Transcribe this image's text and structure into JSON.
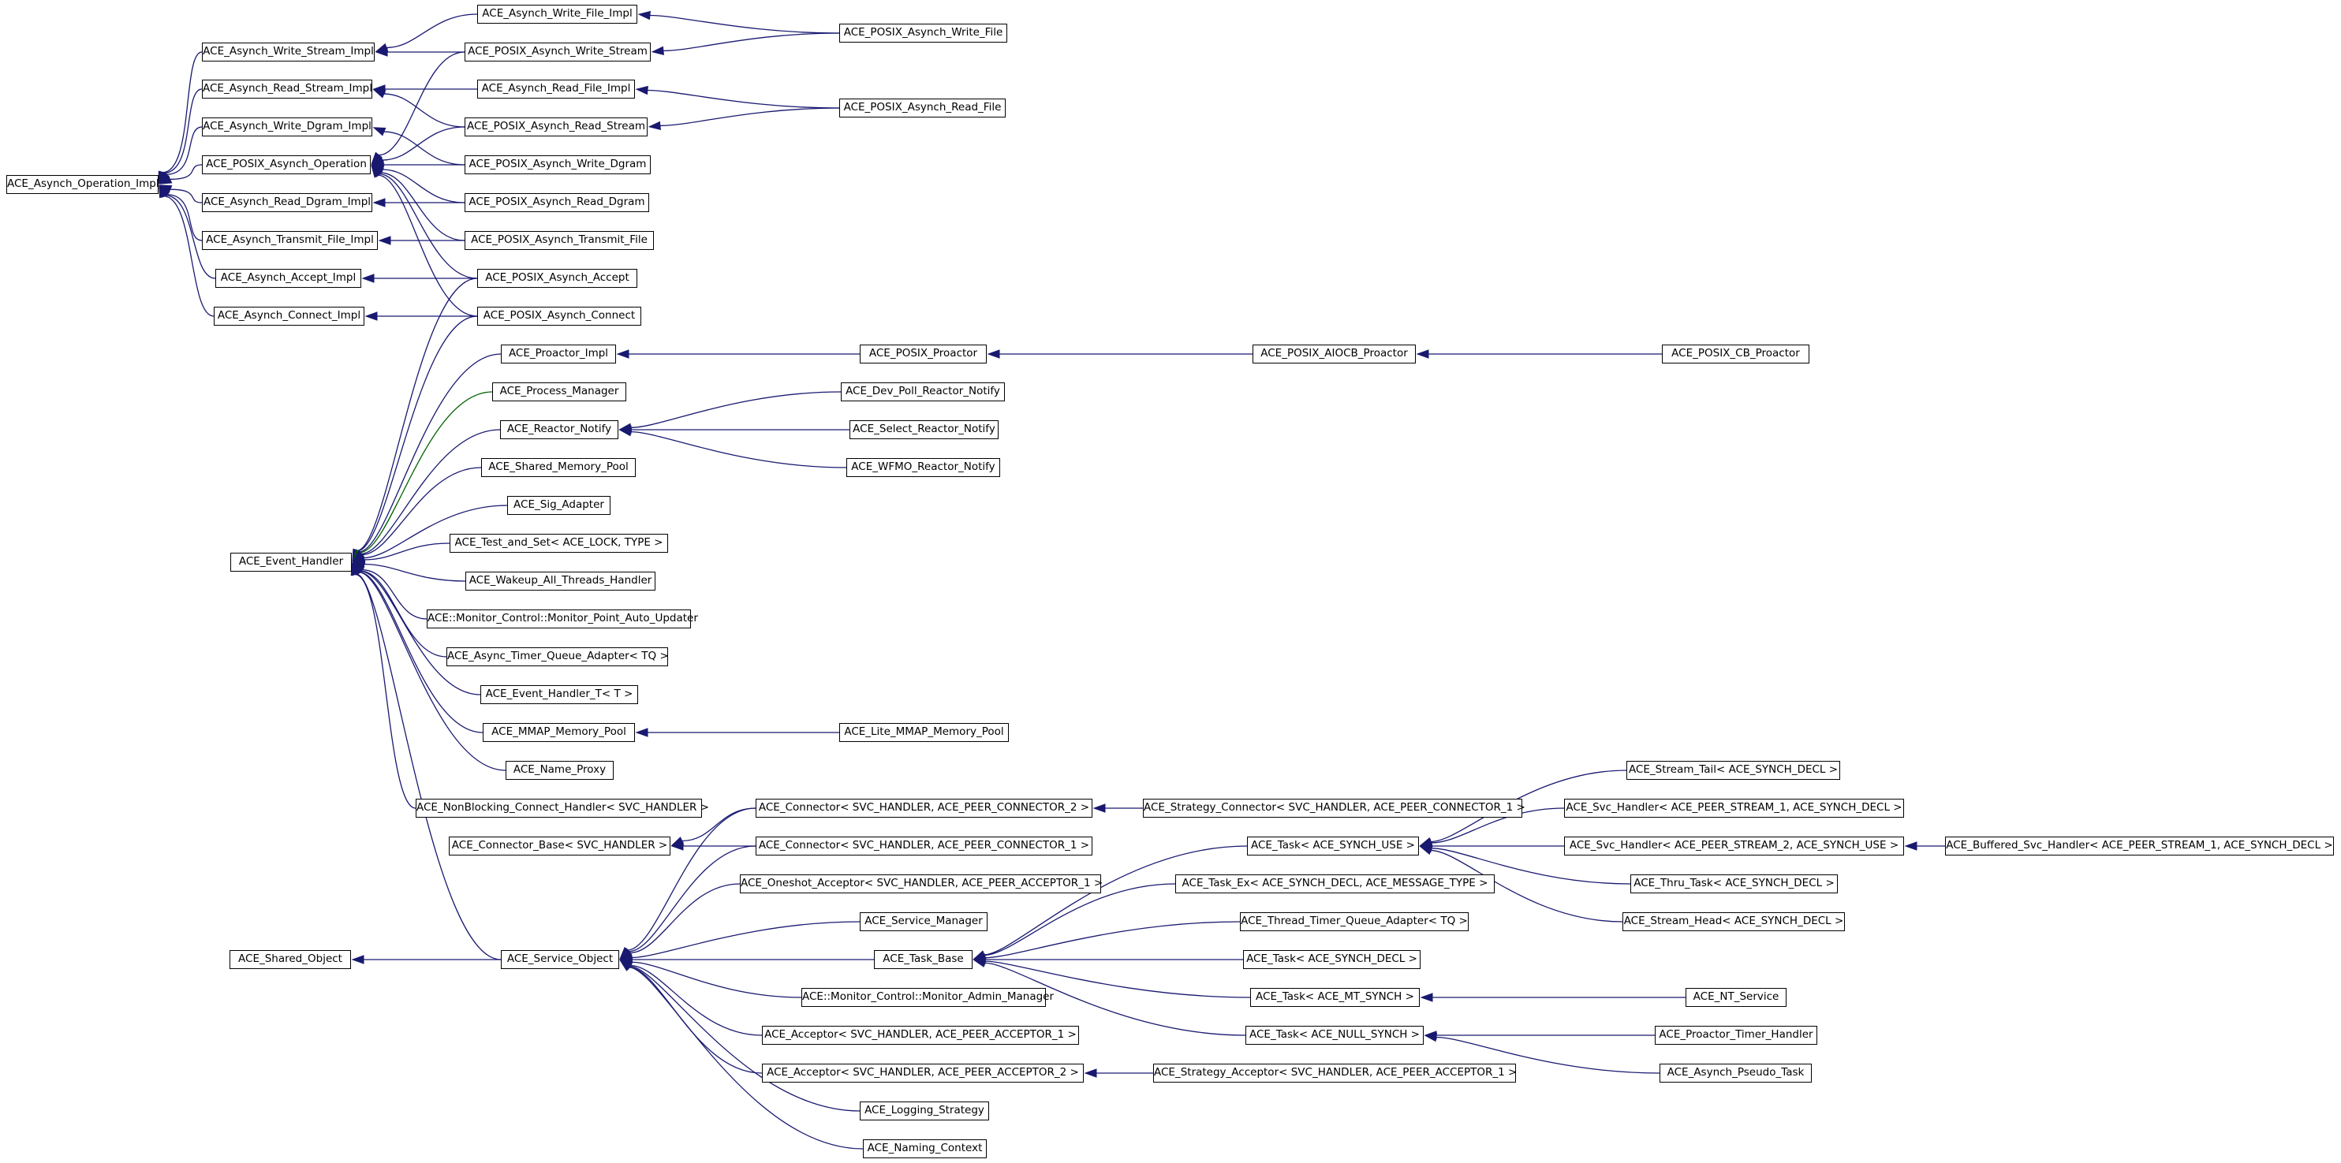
{
  "diagram": {
    "colors": {
      "edge": "#191970",
      "private_edge": "#006400",
      "node_border": "#000000",
      "node_fill": "#ffffff"
    },
    "nodes": [
      {
        "id": "AsynchOpImpl",
        "label": "ACE_Asynch_Operation_Impl"
      },
      {
        "id": "AsynchWriteStreamImpl",
        "label": "ACE_Asynch_Write_Stream_Impl"
      },
      {
        "id": "AsynchReadStreamImpl",
        "label": "ACE_Asynch_Read_Stream_Impl"
      },
      {
        "id": "AsynchWriteDgramImpl",
        "label": "ACE_Asynch_Write_Dgram_Impl"
      },
      {
        "id": "PosixAsynchOp",
        "label": "ACE_POSIX_Asynch_Operation"
      },
      {
        "id": "AsynchReadDgramImpl",
        "label": "ACE_Asynch_Read_Dgram_Impl"
      },
      {
        "id": "AsynchTransmitFileImpl",
        "label": "ACE_Asynch_Transmit_File_Impl"
      },
      {
        "id": "AsynchAcceptImpl",
        "label": "ACE_Asynch_Accept_Impl"
      },
      {
        "id": "AsynchConnectImpl",
        "label": "ACE_Asynch_Connect_Impl"
      },
      {
        "id": "AsynchWriteFileImpl",
        "label": "ACE_Asynch_Write_File_Impl"
      },
      {
        "id": "PosixAsynchWriteStream",
        "label": "ACE_POSIX_Asynch_Write_Stream"
      },
      {
        "id": "AsynchReadFileImpl",
        "label": "ACE_Asynch_Read_File_Impl"
      },
      {
        "id": "PosixAsynchReadStream",
        "label": "ACE_POSIX_Asynch_Read_Stream"
      },
      {
        "id": "PosixAsynchWriteDgram",
        "label": "ACE_POSIX_Asynch_Write_Dgram"
      },
      {
        "id": "PosixAsynchReadDgram",
        "label": "ACE_POSIX_Asynch_Read_Dgram"
      },
      {
        "id": "PosixAsynchTransmitFile",
        "label": "ACE_POSIX_Asynch_Transmit_File"
      },
      {
        "id": "PosixAsynchAccept",
        "label": "ACE_POSIX_Asynch_Accept"
      },
      {
        "id": "PosixAsynchConnect",
        "label": "ACE_POSIX_Asynch_Connect"
      },
      {
        "id": "PosixAsynchWriteFile",
        "label": "ACE_POSIX_Asynch_Write_File"
      },
      {
        "id": "PosixAsynchReadFile",
        "label": "ACE_POSIX_Asynch_Read_File"
      },
      {
        "id": "EventHandler",
        "label": "ACE_Event_Handler"
      },
      {
        "id": "ProactorImpl",
        "label": "ACE_Proactor_Impl"
      },
      {
        "id": "PosixProactor",
        "label": "ACE_POSIX_Proactor"
      },
      {
        "id": "PosixAiocbProactor",
        "label": "ACE_POSIX_AIOCB_Proactor"
      },
      {
        "id": "PosixCbProactor",
        "label": "ACE_POSIX_CB_Proactor"
      },
      {
        "id": "ProcessManager",
        "label": "ACE_Process_Manager"
      },
      {
        "id": "ReactorNotify",
        "label": "ACE_Reactor_Notify"
      },
      {
        "id": "DevPollReactorNotify",
        "label": "ACE_Dev_Poll_Reactor_Notify"
      },
      {
        "id": "SelectReactorNotify",
        "label": "ACE_Select_Reactor_Notify"
      },
      {
        "id": "WfmoReactorNotify",
        "label": "ACE_WFMO_Reactor_Notify"
      },
      {
        "id": "SharedMemoryPool",
        "label": "ACE_Shared_Memory_Pool"
      },
      {
        "id": "SigAdapter",
        "label": "ACE_Sig_Adapter"
      },
      {
        "id": "TestAndSet",
        "label": "ACE_Test_and_Set< ACE_LOCK, TYPE >"
      },
      {
        "id": "WakeupAllThreads",
        "label": "ACE_Wakeup_All_Threads_Handler"
      },
      {
        "id": "MonitorPointAutoUpdater",
        "label": "ACE::Monitor_Control::Monitor_Point_Auto_Updater"
      },
      {
        "id": "AsyncTimerQueueAdapter",
        "label": "ACE_Async_Timer_Queue_Adapter< TQ >"
      },
      {
        "id": "EventHandlerT",
        "label": "ACE_Event_Handler_T< T >"
      },
      {
        "id": "MmapMemoryPool",
        "label": "ACE_MMAP_Memory_Pool"
      },
      {
        "id": "LiteMmapMemoryPool",
        "label": "ACE_Lite_MMAP_Memory_Pool"
      },
      {
        "id": "NameProxy",
        "label": "ACE_Name_Proxy"
      },
      {
        "id": "NonBlockingConnectHandler",
        "label": "ACE_NonBlocking_Connect_Handler< SVC_HANDLER >"
      },
      {
        "id": "ConnectorBase",
        "label": "ACE_Connector_Base< SVC_HANDLER >"
      },
      {
        "id": "Connector2",
        "label": "ACE_Connector< SVC_HANDLER, ACE_PEER_CONNECTOR_2 >"
      },
      {
        "id": "Connector1",
        "label": "ACE_Connector< SVC_HANDLER, ACE_PEER_CONNECTOR_1 >"
      },
      {
        "id": "StrategyConnector",
        "label": "ACE_Strategy_Connector< SVC_HANDLER, ACE_PEER_CONNECTOR_1 >"
      },
      {
        "id": "OneshotAcceptor",
        "label": "ACE_Oneshot_Acceptor< SVC_HANDLER, ACE_PEER_ACCEPTOR_1 >"
      },
      {
        "id": "SharedObject",
        "label": "ACE_Shared_Object"
      },
      {
        "id": "ServiceObject",
        "label": "ACE_Service_Object"
      },
      {
        "id": "ServiceManager",
        "label": "ACE_Service_Manager"
      },
      {
        "id": "TaskBase",
        "label": "ACE_Task_Base"
      },
      {
        "id": "MonitorAdminManager",
        "label": "ACE::Monitor_Control::Monitor_Admin_Manager"
      },
      {
        "id": "Acceptor1",
        "label": "ACE_Acceptor< SVC_HANDLER, ACE_PEER_ACCEPTOR_1 >"
      },
      {
        "id": "Acceptor2",
        "label": "ACE_Acceptor< SVC_HANDLER, ACE_PEER_ACCEPTOR_2 >"
      },
      {
        "id": "StrategyAcceptor",
        "label": "ACE_Strategy_Acceptor< SVC_HANDLER, ACE_PEER_ACCEPTOR_1 >"
      },
      {
        "id": "LoggingStrategy",
        "label": "ACE_Logging_Strategy"
      },
      {
        "id": "NamingContext",
        "label": "ACE_Naming_Context"
      },
      {
        "id": "TaskSynchUse",
        "label": "ACE_Task< ACE_SYNCH_USE >"
      },
      {
        "id": "TaskEx",
        "label": "ACE_Task_Ex< ACE_SYNCH_DECL, ACE_MESSAGE_TYPE >"
      },
      {
        "id": "ThreadTimerQueueAdapter",
        "label": "ACE_Thread_Timer_Queue_Adapter< TQ >"
      },
      {
        "id": "TaskSynchDecl",
        "label": "ACE_Task< ACE_SYNCH_DECL >"
      },
      {
        "id": "TaskMtSynch",
        "label": "ACE_Task< ACE_MT_SYNCH >"
      },
      {
        "id": "TaskNullSynch",
        "label": "ACE_Task< ACE_NULL_SYNCH >"
      },
      {
        "id": "NtService",
        "label": "ACE_NT_Service"
      },
      {
        "id": "ProactorTimerHandler",
        "label": "ACE_Proactor_Timer_Handler"
      },
      {
        "id": "AsynchPseudoTask",
        "label": "ACE_Asynch_Pseudo_Task"
      },
      {
        "id": "StreamTail",
        "label": "ACE_Stream_Tail< ACE_SYNCH_DECL >"
      },
      {
        "id": "SvcHandler1",
        "label": "ACE_Svc_Handler< ACE_PEER_STREAM_1, ACE_SYNCH_DECL >"
      },
      {
        "id": "SvcHandler2",
        "label": "ACE_Svc_Handler< ACE_PEER_STREAM_2, ACE_SYNCH_USE >"
      },
      {
        "id": "BufferedSvcHandler",
        "label": "ACE_Buffered_Svc_Handler< ACE_PEER_STREAM_1, ACE_SYNCH_DECL >"
      },
      {
        "id": "ThruTask",
        "label": "ACE_Thru_Task< ACE_SYNCH_DECL >"
      },
      {
        "id": "StreamHead",
        "label": "ACE_Stream_Head< ACE_SYNCH_DECL >"
      }
    ],
    "edges": [
      {
        "from": "AsynchWriteStreamImpl",
        "to": "AsynchOpImpl"
      },
      {
        "from": "AsynchReadStreamImpl",
        "to": "AsynchOpImpl"
      },
      {
        "from": "AsynchWriteDgramImpl",
        "to": "AsynchOpImpl"
      },
      {
        "from": "PosixAsynchOp",
        "to": "AsynchOpImpl"
      },
      {
        "from": "AsynchReadDgramImpl",
        "to": "AsynchOpImpl"
      },
      {
        "from": "AsynchTransmitFileImpl",
        "to": "AsynchOpImpl"
      },
      {
        "from": "AsynchAcceptImpl",
        "to": "AsynchOpImpl"
      },
      {
        "from": "AsynchConnectImpl",
        "to": "AsynchOpImpl"
      },
      {
        "from": "AsynchWriteFileImpl",
        "to": "AsynchWriteStreamImpl"
      },
      {
        "from": "PosixAsynchWriteStream",
        "to": "AsynchWriteStreamImpl"
      },
      {
        "from": "AsynchReadFileImpl",
        "to": "AsynchReadStreamImpl"
      },
      {
        "from": "PosixAsynchReadStream",
        "to": "AsynchReadStreamImpl"
      },
      {
        "from": "PosixAsynchWriteDgram",
        "to": "AsynchWriteDgramImpl"
      },
      {
        "from": "PosixAsynchWriteStream",
        "to": "PosixAsynchOp"
      },
      {
        "from": "PosixAsynchReadStream",
        "to": "PosixAsynchOp"
      },
      {
        "from": "PosixAsynchWriteDgram",
        "to": "PosixAsynchOp"
      },
      {
        "from": "PosixAsynchReadDgram",
        "to": "PosixAsynchOp"
      },
      {
        "from": "PosixAsynchTransmitFile",
        "to": "PosixAsynchOp"
      },
      {
        "from": "PosixAsynchAccept",
        "to": "PosixAsynchOp"
      },
      {
        "from": "PosixAsynchConnect",
        "to": "PosixAsynchOp"
      },
      {
        "from": "PosixAsynchReadDgram",
        "to": "AsynchReadDgramImpl"
      },
      {
        "from": "PosixAsynchTransmitFile",
        "to": "AsynchTransmitFileImpl"
      },
      {
        "from": "PosixAsynchAccept",
        "to": "AsynchAcceptImpl"
      },
      {
        "from": "PosixAsynchConnect",
        "to": "AsynchConnectImpl"
      },
      {
        "from": "PosixAsynchWriteFile",
        "to": "AsynchWriteFileImpl"
      },
      {
        "from": "PosixAsynchWriteFile",
        "to": "PosixAsynchWriteStream"
      },
      {
        "from": "PosixAsynchReadFile",
        "to": "AsynchReadFileImpl"
      },
      {
        "from": "PosixAsynchReadFile",
        "to": "PosixAsynchReadStream"
      },
      {
        "from": "PosixAsynchAccept",
        "to": "EventHandler"
      },
      {
        "from": "PosixAsynchConnect",
        "to": "EventHandler"
      },
      {
        "from": "ProactorImpl",
        "to": "EventHandler"
      },
      {
        "from": "ProcessManager",
        "to": "EventHandler",
        "kind": "private"
      },
      {
        "from": "ReactorNotify",
        "to": "EventHandler"
      },
      {
        "from": "SharedMemoryPool",
        "to": "EventHandler"
      },
      {
        "from": "SigAdapter",
        "to": "EventHandler"
      },
      {
        "from": "TestAndSet",
        "to": "EventHandler"
      },
      {
        "from": "WakeupAllThreads",
        "to": "EventHandler"
      },
      {
        "from": "MonitorPointAutoUpdater",
        "to": "EventHandler"
      },
      {
        "from": "AsyncTimerQueueAdapter",
        "to": "EventHandler"
      },
      {
        "from": "EventHandlerT",
        "to": "EventHandler"
      },
      {
        "from": "MmapMemoryPool",
        "to": "EventHandler"
      },
      {
        "from": "NameProxy",
        "to": "EventHandler"
      },
      {
        "from": "NonBlockingConnectHandler",
        "to": "EventHandler"
      },
      {
        "from": "ServiceObject",
        "to": "EventHandler"
      },
      {
        "from": "PosixProactor",
        "to": "ProactorImpl"
      },
      {
        "from": "PosixAiocbProactor",
        "to": "PosixProactor"
      },
      {
        "from": "PosixCbProactor",
        "to": "PosixAiocbProactor"
      },
      {
        "from": "DevPollReactorNotify",
        "to": "ReactorNotify"
      },
      {
        "from": "SelectReactorNotify",
        "to": "ReactorNotify"
      },
      {
        "from": "WfmoReactorNotify",
        "to": "ReactorNotify"
      },
      {
        "from": "LiteMmapMemoryPool",
        "to": "MmapMemoryPool"
      },
      {
        "from": "Connector2",
        "to": "ConnectorBase"
      },
      {
        "from": "Connector1",
        "to": "ConnectorBase"
      },
      {
        "from": "StrategyConnector",
        "to": "Connector2"
      },
      {
        "from": "ServiceObject",
        "to": "SharedObject"
      },
      {
        "from": "Connector2",
        "to": "ServiceObject"
      },
      {
        "from": "Connector1",
        "to": "ServiceObject"
      },
      {
        "from": "OneshotAcceptor",
        "to": "ServiceObject"
      },
      {
        "from": "ServiceManager",
        "to": "ServiceObject"
      },
      {
        "from": "TaskBase",
        "to": "ServiceObject"
      },
      {
        "from": "MonitorAdminManager",
        "to": "ServiceObject"
      },
      {
        "from": "Acceptor1",
        "to": "ServiceObject"
      },
      {
        "from": "Acceptor2",
        "to": "ServiceObject"
      },
      {
        "from": "LoggingStrategy",
        "to": "ServiceObject"
      },
      {
        "from": "NamingContext",
        "to": "ServiceObject"
      },
      {
        "from": "StrategyAcceptor",
        "to": "Acceptor2"
      },
      {
        "from": "TaskSynchUse",
        "to": "TaskBase"
      },
      {
        "from": "TaskEx",
        "to": "TaskBase"
      },
      {
        "from": "ThreadTimerQueueAdapter",
        "to": "TaskBase"
      },
      {
        "from": "TaskSynchDecl",
        "to": "TaskBase"
      },
      {
        "from": "TaskMtSynch",
        "to": "TaskBase"
      },
      {
        "from": "TaskNullSynch",
        "to": "TaskBase"
      },
      {
        "from": "NtService",
        "to": "TaskMtSynch"
      },
      {
        "from": "ProactorTimerHandler",
        "to": "TaskNullSynch"
      },
      {
        "from": "AsynchPseudoTask",
        "to": "TaskNullSynch"
      },
      {
        "from": "StreamTail",
        "to": "TaskSynchUse"
      },
      {
        "from": "SvcHandler1",
        "to": "TaskSynchUse"
      },
      {
        "from": "SvcHandler2",
        "to": "TaskSynchUse"
      },
      {
        "from": "ThruTask",
        "to": "TaskSynchUse"
      },
      {
        "from": "StreamHead",
        "to": "TaskSynchUse"
      },
      {
        "from": "BufferedSvcHandler",
        "to": "SvcHandler2"
      }
    ]
  }
}
